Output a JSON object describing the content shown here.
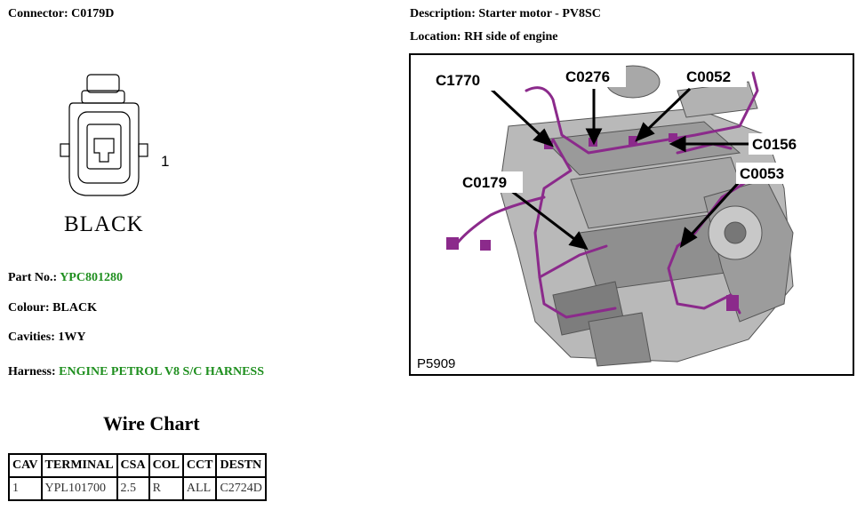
{
  "header": {
    "connector_label": "Connector:",
    "connector_value": "C0179D",
    "description_label": "Description:",
    "description_value": "Starter motor - PV8SC",
    "location_label": "Location:",
    "location_value": "RH side of engine"
  },
  "drawing": {
    "cavity_number": "1",
    "colour_caption": "BLACK"
  },
  "details": {
    "part_label": "Part No.:",
    "part_value": "YPC801280",
    "colour_label": "Colour:",
    "colour_value": "BLACK",
    "cavities_label": "Cavities:",
    "cavities_value": "1WY",
    "harness_label": "Harness:",
    "harness_value": "ENGINE PETROL V8 S/C HARNESS"
  },
  "wire_chart": {
    "title": "Wire Chart",
    "headers": [
      "CAV",
      "TERMINAL",
      "CSA",
      "COL",
      "CCT",
      "DESTN"
    ],
    "rows": [
      [
        "1",
        "YPL101700",
        "2.5",
        "R",
        "ALL",
        "C2724D"
      ]
    ]
  },
  "photo": {
    "reference": "P5909",
    "callouts": [
      "C1770",
      "C0276",
      "C0052",
      "C0156",
      "C0179",
      "C0053"
    ]
  },
  "colors": {
    "link_green": "#1f8f1f",
    "harness_purple": "#8b2a8b"
  }
}
